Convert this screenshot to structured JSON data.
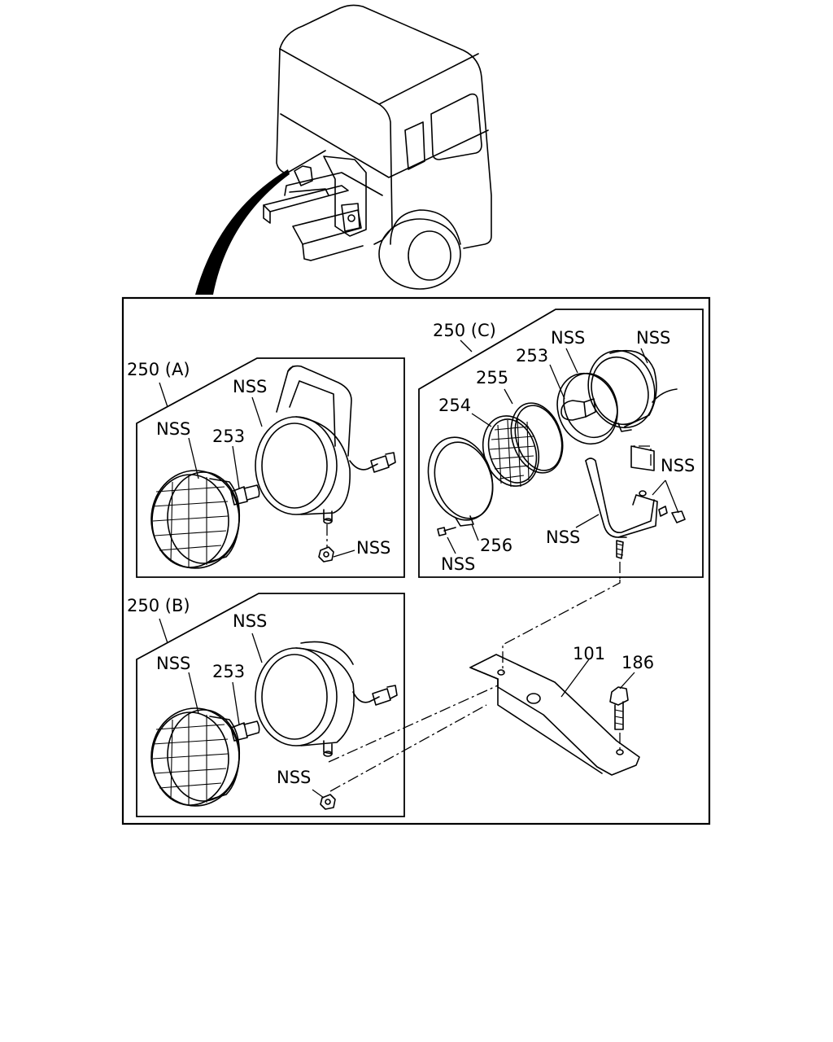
{
  "labels": {
    "group_a": "250 (A)",
    "group_b": "250 (B)",
    "group_c": "250 (C)",
    "part_101": "101",
    "part_186": "186",
    "part_253": "253",
    "part_254": "254",
    "part_255": "255",
    "part_256": "256",
    "nss": "NSS"
  }
}
